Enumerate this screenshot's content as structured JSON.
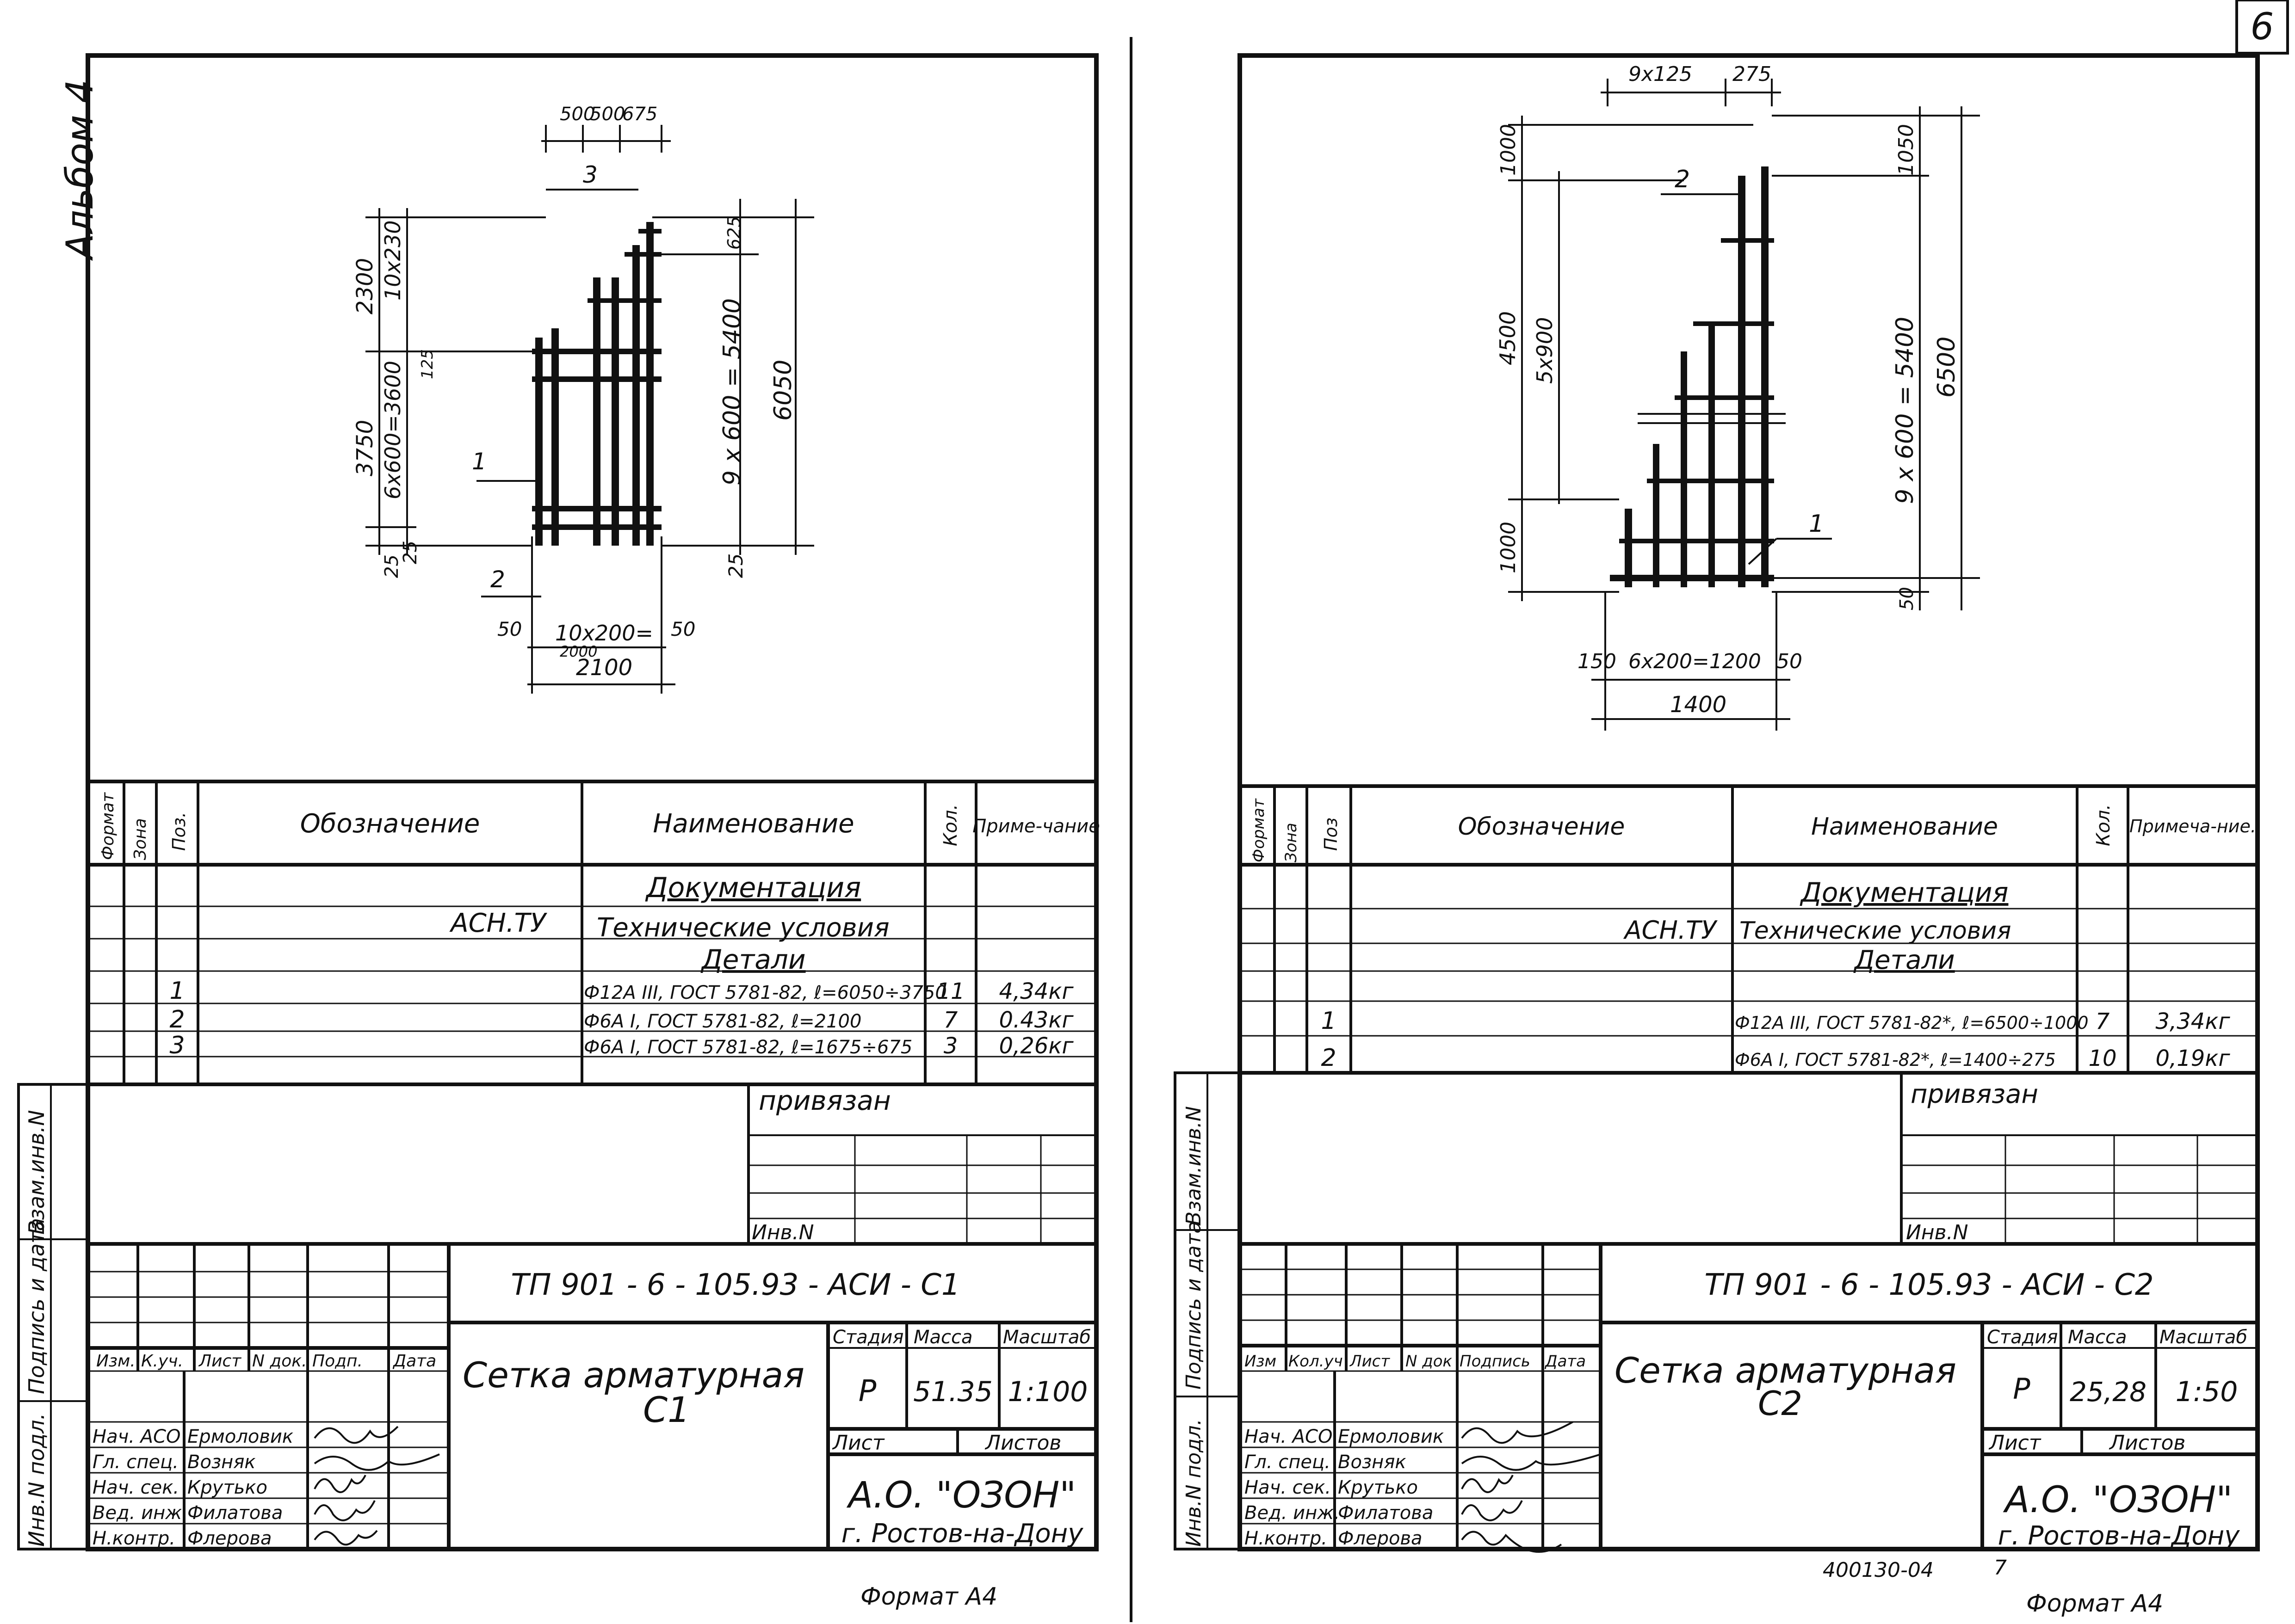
{
  "page": {
    "album_label": "Альбом 4",
    "sheet_number": "6",
    "page_format": "Формат А4",
    "footer_code": "400130-04",
    "footer_num": "7"
  },
  "side_stamp": {
    "inv_vzam": "Взам.инв.N",
    "podpis_data": "Подпись и дата",
    "inv_podl": "Инв.N подл."
  },
  "spec_header": {
    "format": "Формат",
    "zona": "Зона",
    "poz_left": "Поз.",
    "poz_right": "Поз",
    "oboznachenie": "Обозначение",
    "naimenovanie": "Наименование",
    "kol": "Кол.",
    "primech_left": "Приме-чание",
    "primech_right": "Примеча-ние."
  },
  "spec_common": {
    "dokumentaciya": "Документация",
    "ach_ty": "АСН.ТУ",
    "tech_usloviya": "Технические условия",
    "detali": "Детали",
    "privyazan": "привязан",
    "inv_n": "Инв.N"
  },
  "left_sheet": {
    "drawing_title": "ТП 901 - 6 - 105.93 - АСИ - С1",
    "name_line1": "Сетка арматурная",
    "name_line2": "С1",
    "stadiya": "Р",
    "massa": "51.35",
    "masshtab": "1:100",
    "company": "А.О. \"ОЗОН\"",
    "city": "г. Ростов-на-Дону",
    "rows": [
      {
        "poz": "1",
        "name": "Ф12А III, ГОСТ 5781-82, ℓ=6050÷3750",
        "qty": "11",
        "note": "4,34кг"
      },
      {
        "poz": "2",
        "name": "Ф6А I, ГОСТ 5781-82, ℓ=2100",
        "qty": "7",
        "note": "0.43кг"
      },
      {
        "poz": "3",
        "name": "Ф6А I, ГОСТ 5781-82, ℓ=1675÷675",
        "qty": "3",
        "note": "0,26кг"
      }
    ],
    "dims": {
      "top": [
        "500",
        "500",
        "675"
      ],
      "h2300": "2300",
      "h10x230": "10x230",
      "h125": "125",
      "h3750": "3750",
      "h6x600": "6x600=3600",
      "h25a": "25",
      "h25b": "25",
      "h9x600": "9 x 600 = 5400",
      "h6050": "6050",
      "h625": "625",
      "h25c": "25",
      "bot50a": "50",
      "bot10x200": "10x200=",
      "bot2000": "2000",
      "bot50b": "50",
      "bot2100": "2100",
      "pos1": "1",
      "pos2": "2",
      "pos3": "3"
    }
  },
  "right_sheet": {
    "drawing_title": "ТП 901 - 6 - 105.93 - АСИ - С2",
    "name_line1": "Сетка арматурная",
    "name_line2": "С2",
    "stadiya": "Р",
    "massa": "25,28",
    "masshtab": "1:50",
    "company": "А.О. \"ОЗОН\"",
    "city": "г. Ростов-на-Дону",
    "rows": [
      {
        "poz": "1",
        "name": "Ф12А III, ГОСТ 5781-82*, ℓ=6500÷1000",
        "qty": "7",
        "note": "3,34кг"
      },
      {
        "poz": "2",
        "name": "Ф6А I, ГОСТ 5781-82*, ℓ=1400÷275",
        "qty": "10",
        "note": "0,19кг"
      }
    ],
    "dims": {
      "top9x125": "9x125",
      "top275": "275",
      "h1000a": "1000",
      "h4500": "4500",
      "h5x900": "5x900",
      "h1000b": "1000",
      "h1050": "1050",
      "h9x600": "9 x 600 = 5400",
      "h6500": "6500",
      "h50": "50",
      "bot150": "150",
      "bot6x200": "6x200=1200",
      "bot50": "50",
      "bot1400": "1400",
      "pos1": "1",
      "pos2": "2"
    }
  },
  "title_block": {
    "header_cells": [
      "Изм.",
      "К.уч.",
      "Лист",
      "N док.",
      "Подп.",
      "Дата"
    ],
    "header_cells_right": [
      "Изм",
      "Кол.уч",
      "Лист",
      "N док",
      "Подпись",
      "Дата"
    ],
    "roles": [
      "Нач. АСО",
      "Гл. спец.",
      "Нач. сек.",
      "Вед. инж.",
      "Н.контр."
    ],
    "names": [
      "Ермоловик",
      "Возняк",
      "Крутько",
      "Филатова",
      "Флерова"
    ],
    "stadiya_label": "Стадия",
    "massa_label": "Масса",
    "masshtab_label": "Масштаб",
    "list_label": "Лист",
    "listov_label": "Листов"
  }
}
